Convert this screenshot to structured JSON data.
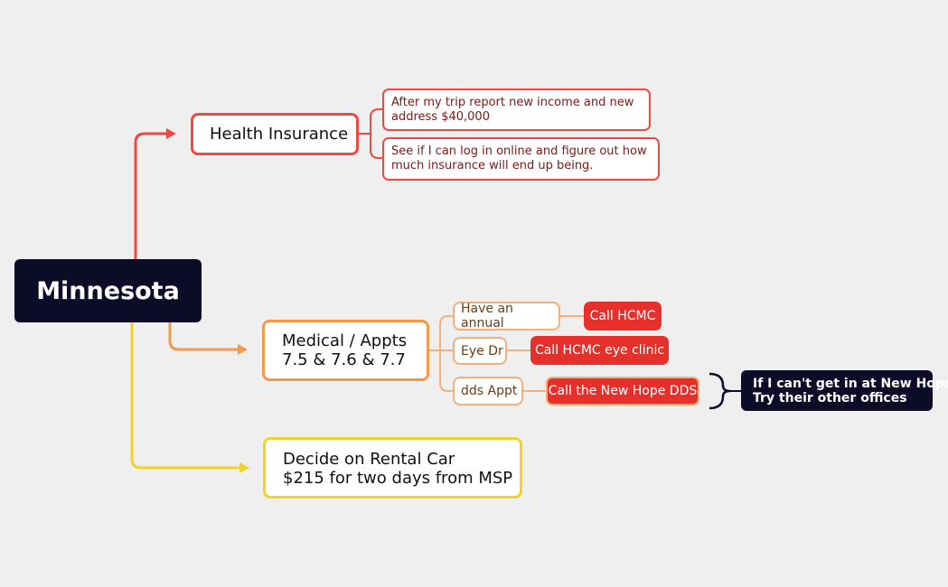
{
  "root": {
    "label": "Minnesota"
  },
  "branches": {
    "health": {
      "label": "Health Insurance",
      "notes": [
        {
          "line1": "After my trip report new income  and new",
          "line2": "address $40,000"
        },
        {
          "line1": "See if I can log in online and figure out how",
          "line2": "much insurance will end up being."
        }
      ]
    },
    "medical": {
      "line1": "Medical / Appts",
      "line2": "7.5 & 7.6 & 7.7",
      "items": [
        {
          "label": "Have an annual",
          "task": "Call HCMC"
        },
        {
          "label": "Eye Dr",
          "task": "Call HCMC eye clinic"
        },
        {
          "label": "dds Appt",
          "task": "Call the New Hope DDS"
        }
      ],
      "summary": {
        "line1": "If I can't get in at New Hope",
        "line2": "Try their other offices"
      }
    },
    "rental": {
      "line1": "Decide on Rental Car",
      "line2": "$215 for two days from MSP"
    }
  },
  "colors": {
    "root_bg": "#0c0b28",
    "health": "#ee4a43",
    "medical": "#f29a4a",
    "rental": "#f2d229",
    "task_bg": "#e5302b",
    "background": "#efefef"
  }
}
